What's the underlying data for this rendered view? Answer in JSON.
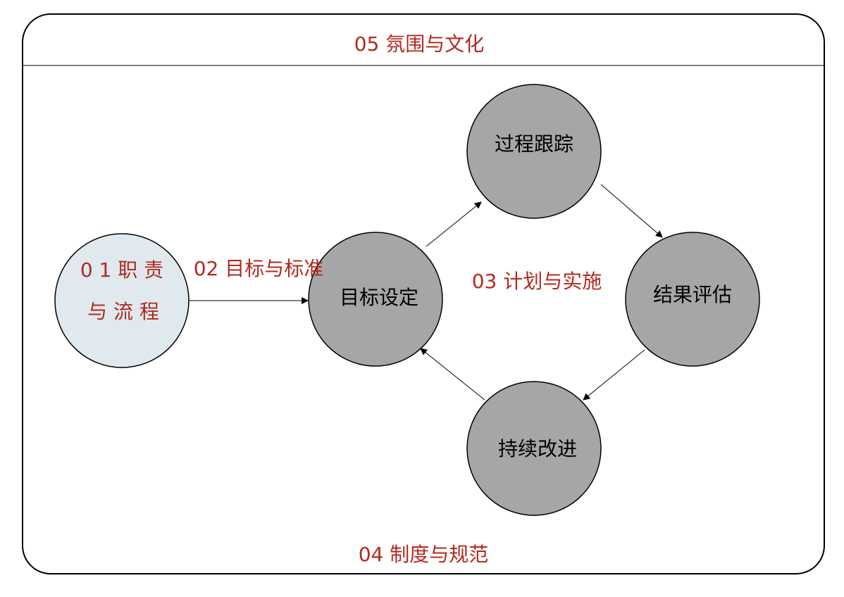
{
  "title": "05 氛围与文化",
  "bottom_label": "04 制度与规范",
  "left_circle": {
    "line1": "0 1 职 责",
    "line2": "与 流 程"
  },
  "label_02": "02 目标与标准",
  "label_03": "03 计划与实施",
  "nodes": {
    "goal": "目标设定",
    "track": "过程跟踪",
    "evaluate": "结果评估",
    "improve": "持续改进"
  },
  "colors": {
    "accent": "#b22a20",
    "node_fill": "#a6a6a6",
    "left_fill": "#dfe9ee"
  }
}
